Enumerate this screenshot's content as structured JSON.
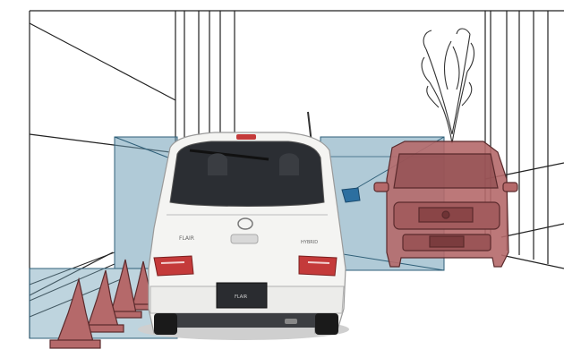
{
  "scene": {
    "colors": {
      "sensor_zone": "#6f9fb6",
      "sensor_edge": "#2f5f78",
      "obstacle": "#b5696a",
      "obstacle_edge": "#5a2a2c",
      "car_body": "#f4f4f2",
      "tail_light": "#c43a3a",
      "line_art": "#222222"
    },
    "car": {
      "badge_rear": "FLAIR",
      "plate_text": "FLAIR",
      "grade_emblem": "HYBRID"
    }
  }
}
